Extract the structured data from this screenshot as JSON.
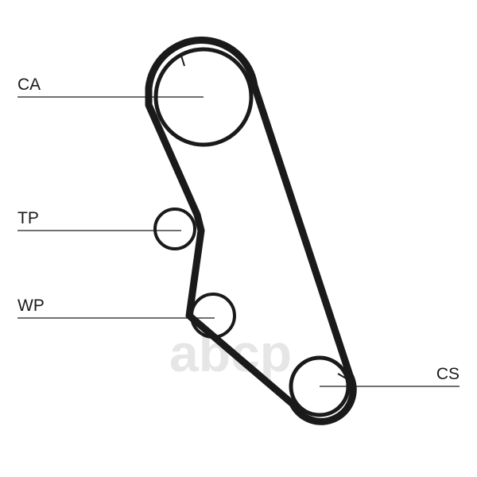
{
  "diagram": {
    "labels": {
      "ca": "CA",
      "tp": "TP",
      "wp": "WP",
      "cs": "CS"
    },
    "watermark": "abcp",
    "colors": {
      "line": "#1a1a1a",
      "watermark": "#e6e6e6",
      "background": "#ffffff"
    }
  }
}
